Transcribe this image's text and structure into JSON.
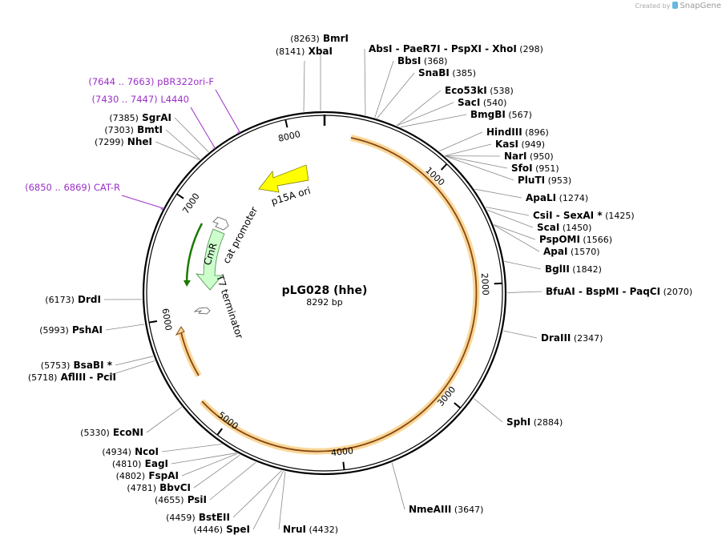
{
  "app": {
    "credit_prefix": "Created by",
    "credit_brand": "SnapGene"
  },
  "plasmid": {
    "name": "pLG028 (hhe)",
    "length": 8292,
    "length_label": "8292 bp"
  },
  "colors": {
    "backbone": "#000000",
    "feature_label": "#9b30c8",
    "origin": "#ffff00",
    "cmr": "#ccffcc",
    "cds_highlight": "#f8d898",
    "cds_arrow": "#8b4513",
    "cmr_arrow": "#1a7a00",
    "connector": "#888888"
  },
  "ticks": [
    "1000",
    "2000",
    "3000",
    "4000",
    "5000",
    "6000",
    "7000",
    "8000"
  ],
  "enzyme_groups": [
    {
      "names": [
        "BmrI"
      ],
      "pos": "(8263)"
    },
    {
      "names": [
        "XbaI"
      ],
      "pos": "(8141)"
    },
    {
      "names": [
        "AbsI",
        "PaeR7I",
        "PspXI",
        "XhoI"
      ],
      "pos": "(298)"
    },
    {
      "names": [
        "BbsI"
      ],
      "pos": "(368)"
    },
    {
      "names": [
        "SnaBI"
      ],
      "pos": "(385)"
    },
    {
      "names": [
        "Eco53kI"
      ],
      "pos": "(538)"
    },
    {
      "names": [
        "SacI"
      ],
      "pos": "(540)"
    },
    {
      "names": [
        "BmgBI"
      ],
      "pos": "(567)"
    },
    {
      "names": [
        "HindIII"
      ],
      "pos": "(896)"
    },
    {
      "names": [
        "KasI"
      ],
      "pos": "(949)"
    },
    {
      "names": [
        "NarI"
      ],
      "pos": "(950)"
    },
    {
      "names": [
        "SfoI"
      ],
      "pos": "(951)"
    },
    {
      "names": [
        "PluTI"
      ],
      "pos": "(953)"
    },
    {
      "names": [
        "ApaLI"
      ],
      "pos": "(1274)"
    },
    {
      "names": [
        "CsiI",
        "SexAI *"
      ],
      "pos": "(1425)"
    },
    {
      "names": [
        "ScaI"
      ],
      "pos": "(1450)"
    },
    {
      "names": [
        "PspOMI"
      ],
      "pos": "(1566)"
    },
    {
      "names": [
        "ApaI"
      ],
      "pos": "(1570)"
    },
    {
      "names": [
        "BglII"
      ],
      "pos": "(1842)"
    },
    {
      "names": [
        "BfuAI",
        "BspMI",
        "PaqCI"
      ],
      "pos": "(2070)"
    },
    {
      "names": [
        "DraIII"
      ],
      "pos": "(2347)"
    },
    {
      "names": [
        "SphI"
      ],
      "pos": "(2884)"
    },
    {
      "names": [
        "NmeAIII"
      ],
      "pos": "(3647)"
    },
    {
      "names": [
        "NruI"
      ],
      "pos": "(4432)"
    },
    {
      "names": [
        "SpeI"
      ],
      "pos": "(4446)"
    },
    {
      "names": [
        "BstEII"
      ],
      "pos": "(4459)"
    },
    {
      "names": [
        "PsiI"
      ],
      "pos": "(4655)"
    },
    {
      "names": [
        "BbvCI"
      ],
      "pos": "(4781)"
    },
    {
      "names": [
        "FspAI"
      ],
      "pos": "(4802)"
    },
    {
      "names": [
        "EagI"
      ],
      "pos": "(4810)"
    },
    {
      "names": [
        "NcoI"
      ],
      "pos": "(4934)"
    },
    {
      "names": [
        "EcoNI"
      ],
      "pos": "(5330)"
    },
    {
      "names": [
        "AflIII",
        "PciI"
      ],
      "pos": "(5718)"
    },
    {
      "names": [
        "BsaBI *"
      ],
      "pos": "(5753)"
    },
    {
      "names": [
        "PshAI"
      ],
      "pos": "(5993)"
    },
    {
      "names": [
        "DrdI"
      ],
      "pos": "(6173)"
    },
    {
      "names": [
        "NheI"
      ],
      "pos": "(7299)"
    },
    {
      "names": [
        "BmtI"
      ],
      "pos": "(7303)"
    },
    {
      "names": [
        "SgrAI"
      ],
      "pos": "(7385)"
    }
  ],
  "primers": [
    {
      "range": "(7644 .. 7663)",
      "name": "pBR322ori-F"
    },
    {
      "range": "(7430 .. 7447)",
      "name": "L4440"
    },
    {
      "range": "(6850 .. 6869)",
      "name": "CAT-R"
    }
  ],
  "features": [
    {
      "name": "p15A ori"
    },
    {
      "name": "cat promoter"
    },
    {
      "name": "CmR"
    },
    {
      "name": "T7 terminator"
    }
  ]
}
